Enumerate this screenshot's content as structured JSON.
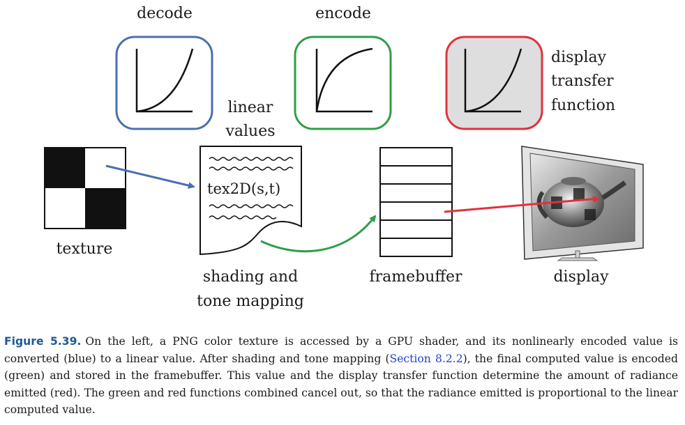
{
  "labels": {
    "decode": "decode",
    "encode": "encode",
    "display_transfer": [
      "display",
      "transfer",
      "function"
    ],
    "linear_values": [
      "linear",
      "values"
    ],
    "texture": "texture",
    "shading": [
      "shading and",
      "tone mapping"
    ],
    "framebuffer": "framebuffer",
    "display": "display",
    "shader_code": "tex2D(s,t)"
  },
  "curves": {
    "decode": {
      "color": "#4a6fb3"
    },
    "encode": {
      "color": "#2e9e47"
    },
    "display_transfer": {
      "color": "#e0323c",
      "fill": "#dedede"
    }
  },
  "arrows": {
    "blue": "#4a6fb3",
    "green": "#2e9e47",
    "red": "#e0323c"
  },
  "caption": {
    "figure": "Figure 5.39.",
    "text_before_ref": "On the left, a PNG color texture is accessed by a GPU shader, and its nonlinearly encoded value is converted (blue) to a linear value. After shading and tone mapping (",
    "ref": "Section 8.2.2",
    "text_after_ref": "), the final computed value is encoded (green) and stored in the framebuffer. This value and the display transfer function determine the amount of radiance emitted (red). The green and red functions combined cancel out, so that the radiance emitted is proportional to the linear computed value."
  }
}
